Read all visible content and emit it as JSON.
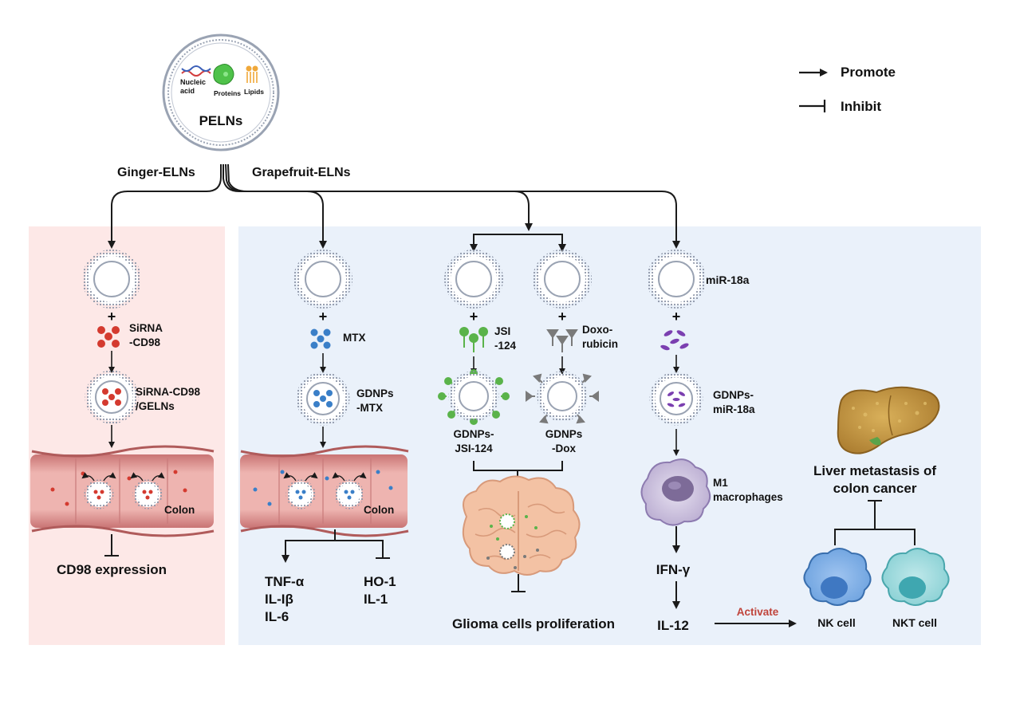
{
  "pelns": {
    "title": "PELNs",
    "nucleic_line1": "Nucleic",
    "nucleic_line2": "acid",
    "proteins": "Proteins",
    "lipids": "Lipids"
  },
  "legend": {
    "promote": "Promote",
    "inhibit": "Inhibit"
  },
  "sources": {
    "ginger": "Ginger-ELNs",
    "grapefruit": "Grapefruit-ELNs"
  },
  "col1": {
    "cargo_line1": "SiRNA",
    "cargo_line2": "-CD98",
    "loaded_line1": "SiRNA-CD98",
    "loaded_line2": "/GELNs",
    "colon": "Colon",
    "outcome": "CD98 expression"
  },
  "col2": {
    "cargo": "MTX",
    "loaded_line1": "GDNPs",
    "loaded_line2": "-MTX",
    "colon": "Colon",
    "promoted": [
      "TNF-α",
      "IL-Iβ",
      "IL-6"
    ],
    "inhibited": [
      "HO-1",
      "IL-1"
    ]
  },
  "col3": {
    "cargo_a_line1": "JSI",
    "cargo_a_line2": "-124",
    "loaded_a_line1": "GDNPs-",
    "loaded_a_line2": "JSI-124",
    "cargo_b_line1": "Doxo-",
    "cargo_b_line2": "rubicin",
    "loaded_b_line1": "GDNPs",
    "loaded_b_line2": "-Dox",
    "outcome": "Glioma cells proliferation"
  },
  "col4": {
    "cargo": "miR-18a",
    "loaded_line1": "GDNPs-",
    "loaded_line2": "miR-18a",
    "cell_line1": "M1",
    "cell_line2": "macrophages",
    "cytokine1": "IFN-γ",
    "cytokine2": "IL-12",
    "activate": "Activate"
  },
  "col5": {
    "outcome_line1": "Liver metastasis of",
    "outcome_line2": "colon cancer",
    "nk": "NK cell",
    "nkt": "NKT cell"
  },
  "plus": "+",
  "colors": {
    "panel_pink": "#fde8e7",
    "panel_blue": "#eaf1fa",
    "arrow": "#1a1a1a",
    "sirna_red": "#d43a2f",
    "mtx_blue": "#3a7fc8",
    "jsi_green": "#5ab34a",
    "dox_gray": "#7a7a7a",
    "mir_purple": "#7b3fb0",
    "activate_red": "#c0443b",
    "liver_brown": "#c79a44"
  }
}
